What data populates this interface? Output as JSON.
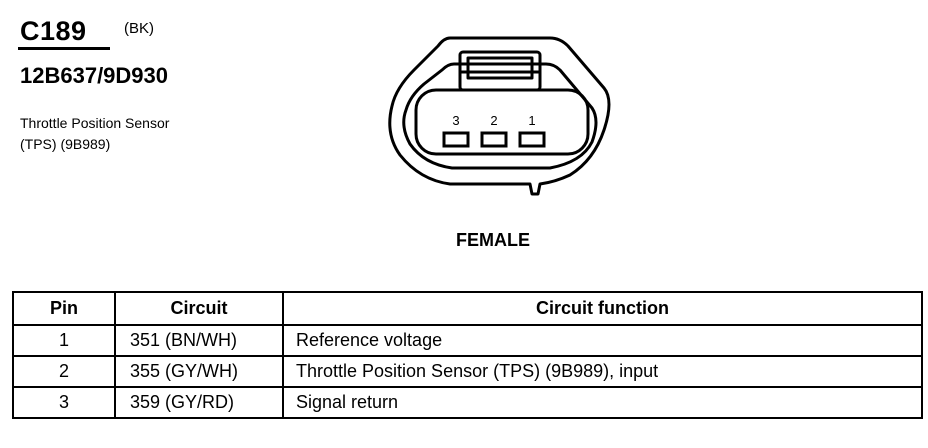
{
  "connector": {
    "id": "C189",
    "color": "(BK)",
    "part_number": "12B637/9D930",
    "component_line1": "Throttle Position Sensor",
    "component_line2": "(TPS) (9B989)"
  },
  "diagram": {
    "pin_labels": [
      "3",
      "2",
      "1"
    ],
    "gender": "FEMALE"
  },
  "table": {
    "headers": {
      "pin": "Pin",
      "circuit": "Circuit",
      "function": "Circuit function"
    },
    "rows": [
      {
        "pin": "1",
        "circuit": "351 (BN/WH)",
        "function": "Reference voltage"
      },
      {
        "pin": "2",
        "circuit": "355 (GY/WH)",
        "function": "Throttle Position Sensor (TPS) (9B989), input"
      },
      {
        "pin": "3",
        "circuit": "359 (GY/RD)",
        "function": "Signal return"
      }
    ]
  }
}
